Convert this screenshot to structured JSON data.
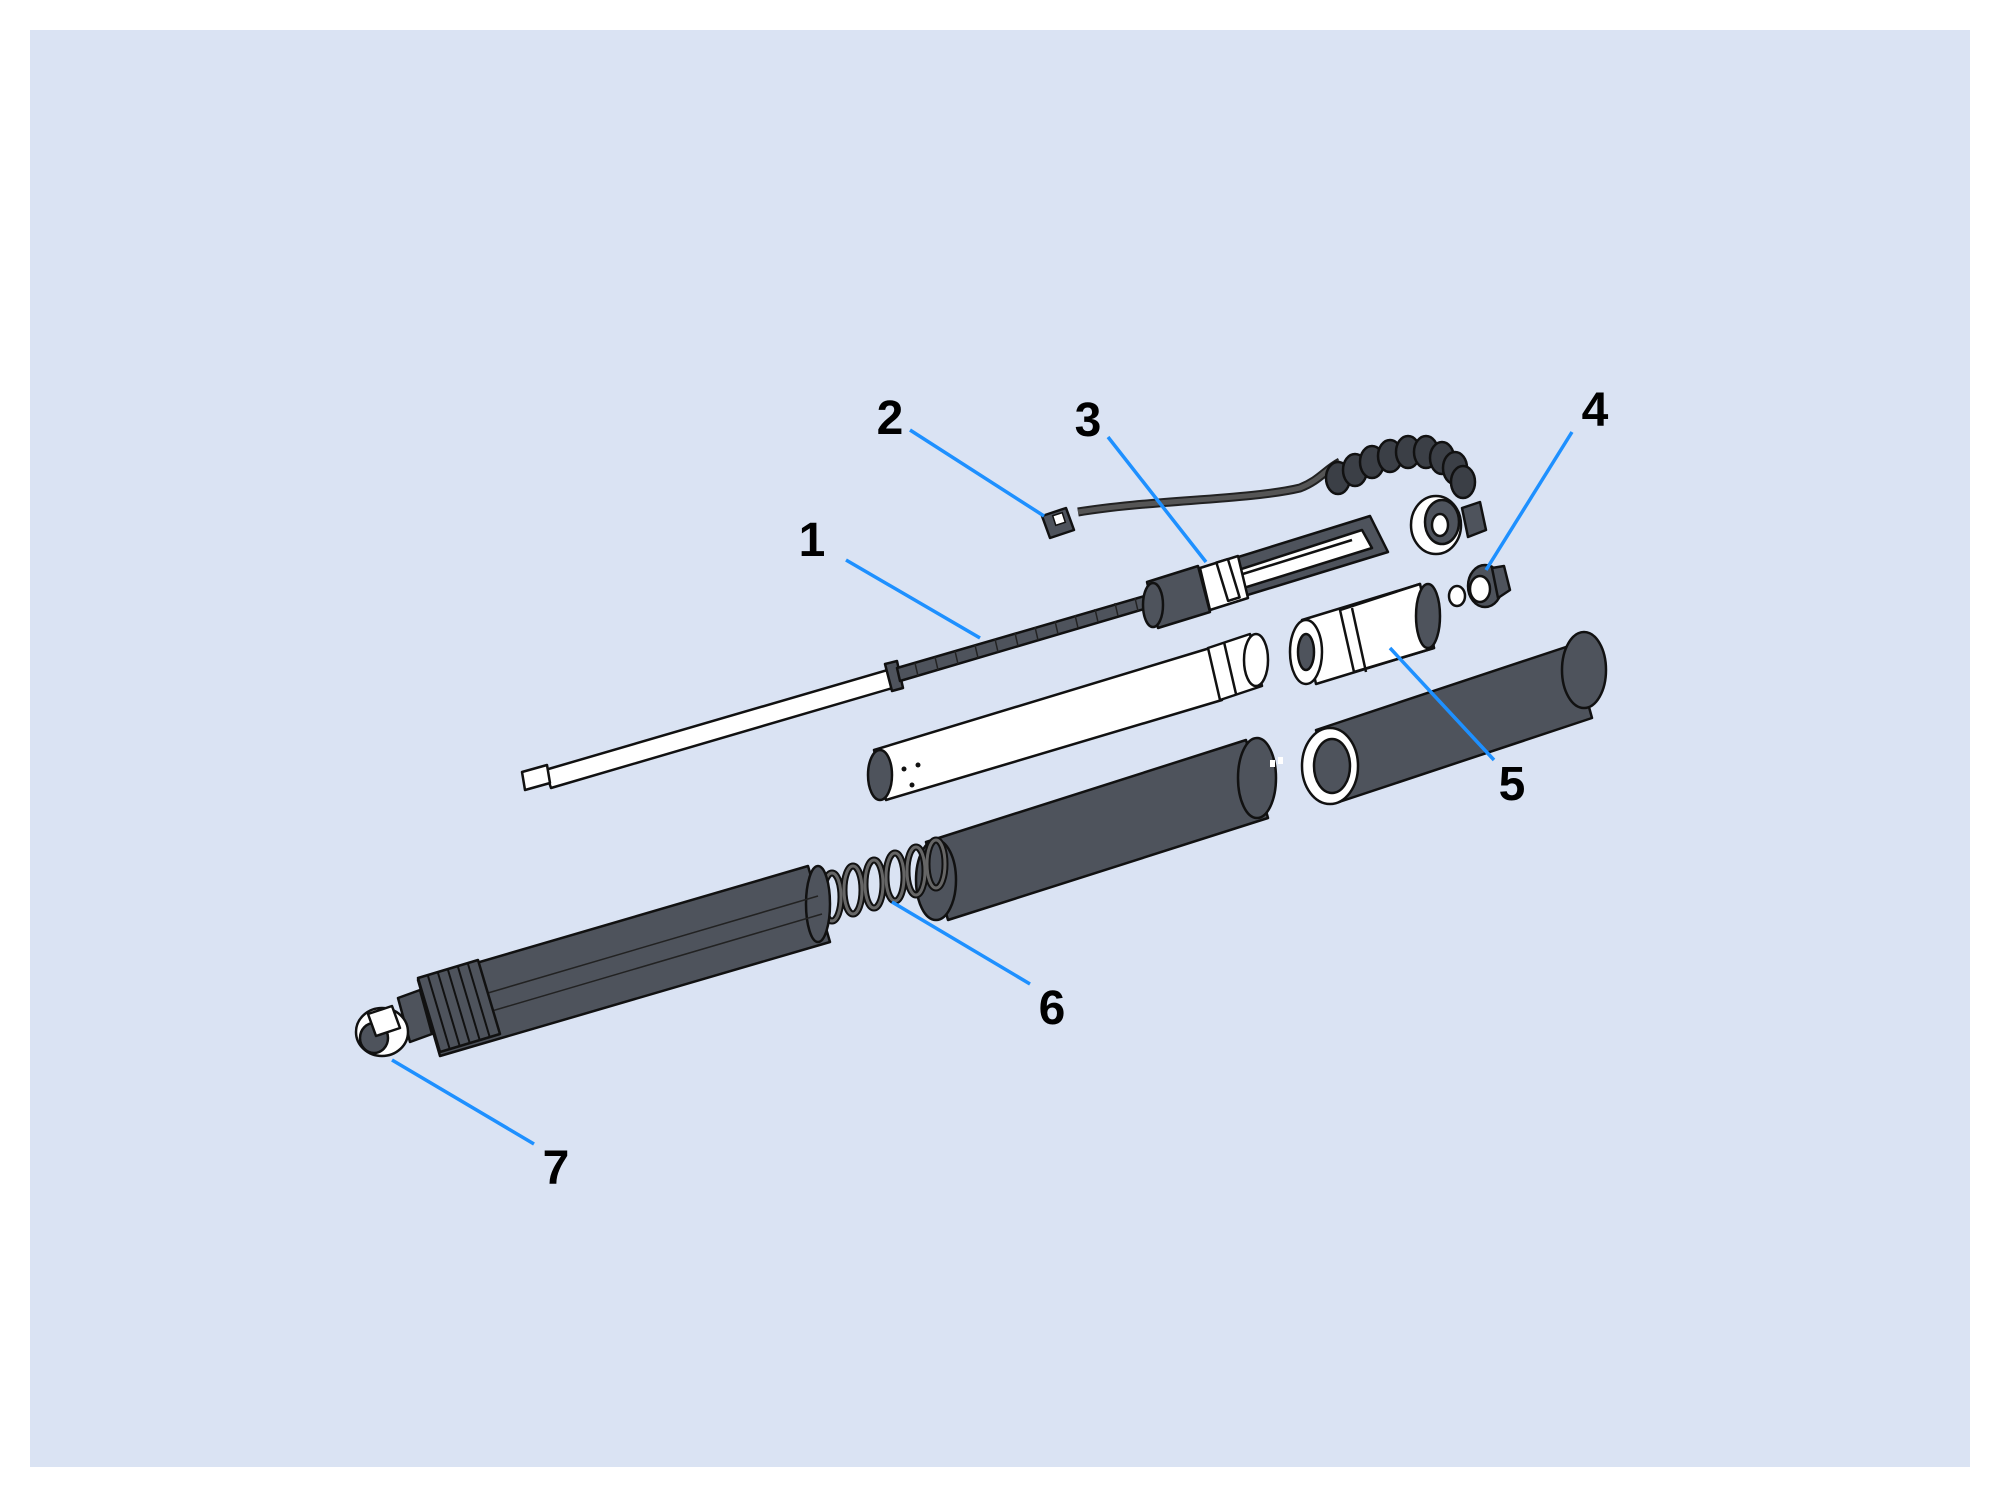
{
  "callouts": [
    {
      "id": 1,
      "label": "1"
    },
    {
      "id": 2,
      "label": "2"
    },
    {
      "id": 3,
      "label": "3"
    },
    {
      "id": 4,
      "label": "4"
    },
    {
      "id": 5,
      "label": "5"
    },
    {
      "id": 6,
      "label": "6"
    },
    {
      "id": 7,
      "label": "7"
    }
  ],
  "colors": {
    "background": "#dae3f3",
    "leader": "#1e90ff",
    "part_dark": "#4e535c",
    "part_light": "#ffffff",
    "outline": "#111111"
  }
}
